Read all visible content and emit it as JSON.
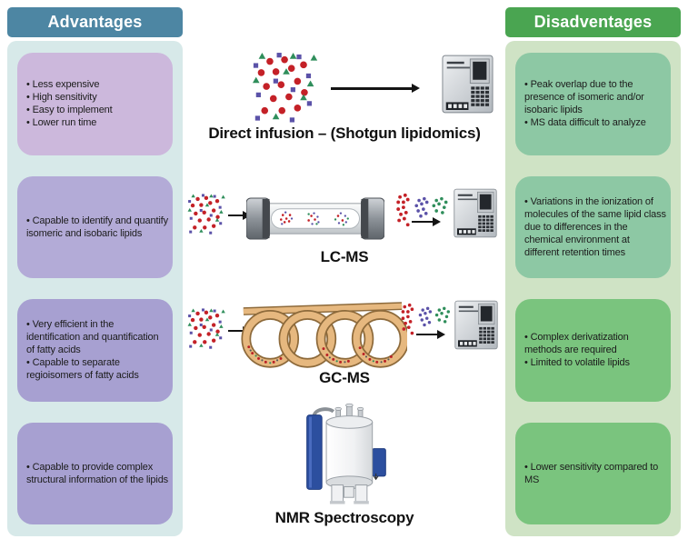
{
  "advantages": {
    "header": "Advantages",
    "boxes": [
      {
        "bullets": [
          "• Less expensive",
          "• High sensitivity",
          "• Easy to implement",
          "• Lower run time"
        ]
      },
      {
        "bullets": [
          "• Capable to identify and quantify isomeric and isobaric lipids"
        ]
      },
      {
        "bullets": [
          "• Very efficient in the identification and quantification of fatty acids",
          "• Capable to separate regioisomers of fatty acids"
        ]
      },
      {
        "bullets": [
          "• Capable to provide complex structural information of the lipids"
        ]
      }
    ]
  },
  "disadvantages": {
    "header": "Disadventages",
    "boxes": [
      {
        "bullets": [
          "• Peak overlap due to the presence of isomeric and/or isobaric lipids",
          "• MS data difficult to analyze"
        ]
      },
      {
        "bullets": [
          "• Variations in the ionization of molecules of the same lipid class due to differences in the chemical environment at different retention times"
        ]
      },
      {
        "bullets": [
          "• Complex derivatization methods are required",
          "• Limited to volatile lipids"
        ]
      },
      {
        "bullets": [
          "• Lower sensitivity compared to MS"
        ]
      }
    ]
  },
  "techniques": [
    {
      "label": "Direct infusion – (Shotgun lipidomics)"
    },
    {
      "label": "LC-MS"
    },
    {
      "label": "GC-MS"
    },
    {
      "label": "NMR Spectroscopy"
    }
  ],
  "colors": {
    "advantages_header_bg": "#4d86a3",
    "advantages_panel_bg": "#d7e9e9",
    "advantages_box_light": "#ccb8dc",
    "advantages_box_mid": "#b3abd7",
    "advantages_box_dark": "#a7a0d1",
    "disadvantages_header_bg": "#4aa551",
    "disadvantages_panel_bg": "#cfe3c5",
    "disadvantages_box_light": "#8dc8a4",
    "disadvantages_box_dark": "#7ac47e",
    "dot_red": "#c42127",
    "dot_purple": "#5b52a8",
    "dot_green": "#2f8e5b",
    "gc_coil_tan": "#e6b87f",
    "nmr_blue": "#2c4f9f",
    "header_text": "#ffffff",
    "body_text": "#1c1c1c"
  }
}
